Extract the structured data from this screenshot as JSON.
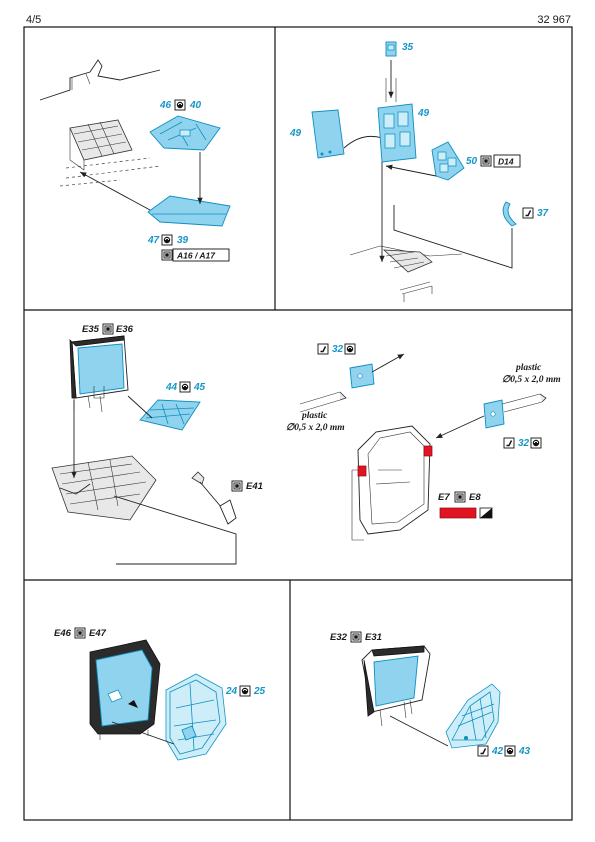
{
  "header": {
    "page": "4/5",
    "kit": "32 967"
  },
  "colors": {
    "etch": "#1597c8",
    "etch_fill": "#8fd3ee",
    "paint_red": "#e01422"
  },
  "panels": {
    "p1": {
      "part_a": "46",
      "part_a_b": "40",
      "part_b": "47",
      "part_b_b": "39",
      "ref": "A16 / A17"
    },
    "p2": {
      "p35": "35",
      "p49a": "49",
      "p49b": "49",
      "p50": "50",
      "ref": "D14",
      "p37": "37"
    },
    "p3": {
      "ref_a": "E35",
      "ref_b": "E36",
      "p44": "44",
      "p45": "45",
      "ref_e41": "E41"
    },
    "p4": {
      "p32a": "32",
      "p32b": "32",
      "plastic_a": "plastic",
      "rod_a": "∅0,5 x 2,0 mm",
      "plastic_b": "plastic",
      "rod_b": "∅0,5 x 2,0 mm",
      "ref_e7": "E7",
      "ref_e8": "E8"
    },
    "p5": {
      "ref_a": "E46",
      "ref_b": "E47",
      "p24": "24",
      "p25": "25"
    },
    "p6": {
      "ref_a": "E32",
      "ref_b": "E31",
      "p42": "42",
      "p43": "43"
    }
  },
  "icons": {
    "fold": "fold-icon",
    "bend": "bend-icon",
    "glue": "glue-icon",
    "kit_part": "kit-part-icon",
    "paint": "paint-swatch-icon"
  }
}
